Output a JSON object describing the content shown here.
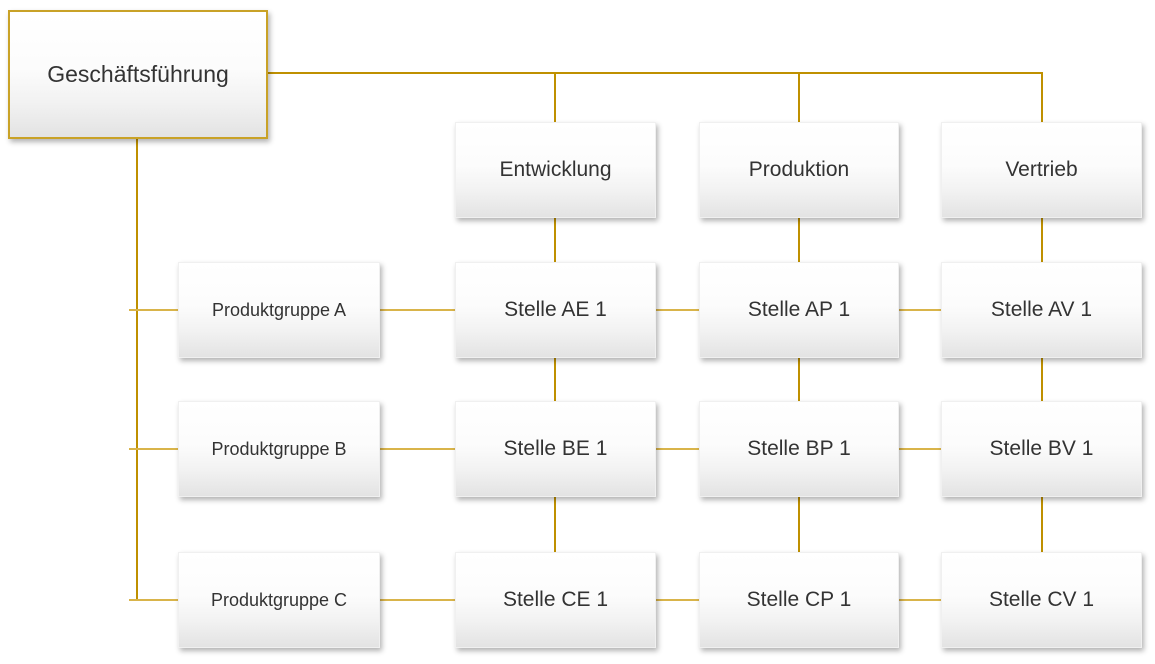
{
  "diagram": {
    "type": "matrix-org-chart",
    "accent_color": "#BF9000",
    "root_border_color": "#C9A227",
    "text_color": "#333333",
    "root": {
      "label": "Geschäftsführung"
    },
    "columns": [
      {
        "label": "Entwicklung"
      },
      {
        "label": "Produktion"
      },
      {
        "label": "Vertrieb"
      }
    ],
    "rows": [
      {
        "label": "Produktgruppe A",
        "cells": [
          "Stelle AE 1",
          "Stelle AP 1",
          "Stelle AV 1"
        ]
      },
      {
        "label": "Produktgruppe B",
        "cells": [
          "Stelle BE 1",
          "Stelle BP 1",
          "Stelle BV 1"
        ]
      },
      {
        "label": "Produktgruppe C",
        "cells": [
          "Stelle CE 1",
          "Stelle CP 1",
          "Stelle CV 1"
        ]
      }
    ]
  }
}
